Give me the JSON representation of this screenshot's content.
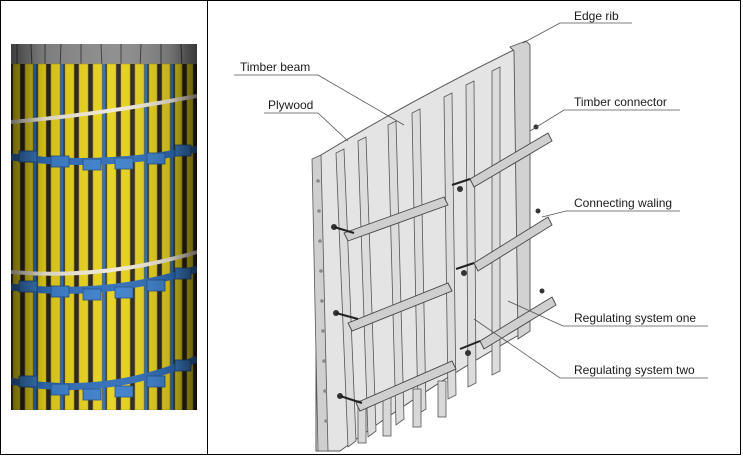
{
  "figure": {
    "left_panel": {
      "image": "photo of cylindrical timber-beam formwork with blue steel walings",
      "colors": {
        "beam_yellow": "#e7d21c",
        "steel_blue": "#2f6db8",
        "plywood_dark": "#2a2420",
        "strap_white": "#efe8d5"
      }
    },
    "right_panel": {
      "labels": {
        "edge_rib": "Edge rib",
        "timber_beam": "Timber beam",
        "plywood": "Plywood",
        "timber_connector": "Timber connector",
        "connecting_waling": "Connecting waling",
        "regulating_one": "Regulating system one",
        "regulating_two": "Regulating system two"
      },
      "colors": {
        "panel_fill": "#e4e4e4",
        "edge": "#555555"
      }
    }
  }
}
